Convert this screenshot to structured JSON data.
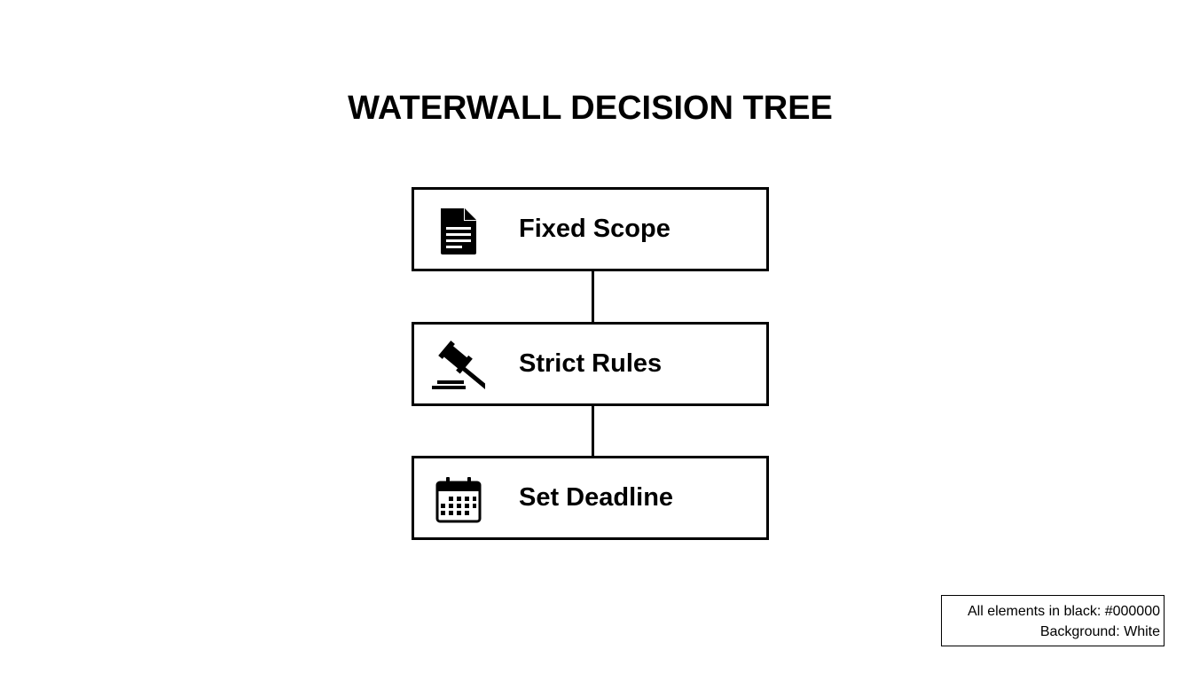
{
  "title": "WATERWALL DECISION TREE",
  "nodes": [
    {
      "label": "Fixed Scope",
      "icon": "document-icon"
    },
    {
      "label": "Strict Rules",
      "icon": "gavel-icon"
    },
    {
      "label": "Set Deadline",
      "icon": "calendar-icon"
    }
  ],
  "legend": {
    "line1": "All elements in black: #000000",
    "line2": "Background: White"
  },
  "colors": {
    "foreground": "#000000",
    "background": "#ffffff"
  }
}
